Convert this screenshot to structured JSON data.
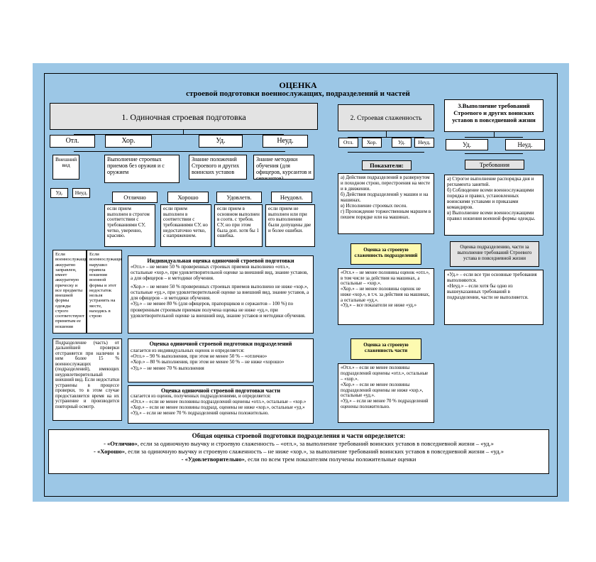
{
  "title": {
    "main": "ОЦЕНКА",
    "sub": "строевой подготовки военнослужащих, подразделений и частей"
  },
  "section1": {
    "header": "1. Одиночная строевая подготовка",
    "grades": [
      "Отл.",
      "Хор.",
      "Уд.",
      "Неуд."
    ],
    "criteria": [
      "Внешний вид",
      "Выполнение строевых приемов без оружия и с оружием",
      "Знание положений Строевого и других воинских уставов",
      "Знание методики обучения (для офицеров, курсантов и сержантов)"
    ],
    "appearance_grades": [
      "Уд.",
      "Неуд."
    ],
    "levels": [
      "Отлично",
      "Хорошо",
      "Удовлетв.",
      "Неудовл."
    ],
    "level_texts": [
      "если прием выполнен в строгом соответствии с требованиями СУ, четко, уверенно, красиво.",
      "если прием выполнен в соответствии с требованиями СУ, но недостаточно четко, с напряжением.",
      "если прием в основном выполнен в соотв. с требов. СУ, но при этом была доп. хотя бы 1 ошибка.",
      "если прием не выполнен или при его выполнении были допущены две и более ошибки."
    ],
    "appearance_sat": "Если военнослужащий аккуратно заправлен, имеет аккуратную прическу и все предметы внешней формы одежды строго соответствуют принятым ее ношения",
    "appearance_unsat": "Если военнослужащий нарушил правила ношения военной формы и этот недостаток нельзя устранить на месте, находясь в строю",
    "inspection_note": "Подразделение (часть) от дальнейшей проверки отстраняется при наличии в нем более 15 % военнослужащих (подразделений), имеющих неудовлетворительный внешний вид. Если недостатки устранены в процессе проверки, то в этом случае предоставляется время на их устранение и производится повторный осмотр.",
    "individual_title": "Индивидуальная оценка одиночной строевой подготовки",
    "individual_text": [
      "«Отл.» – не менее 50 % проверенных строевых приемов выполнено «отл.», остальные «хор.», при удовлетворительной оценке за внешний вид, знание уставов, а для офицеров – и методики обучения.",
      "«Хор.» – не менее 50 % проверенных строевых приемов выполнено не ниже «хор.», остальные «уд.», при удовлетворительной оценке за внешний вид, знание уставов, а для офицеров – и методики обучения.",
      "«Уд.» – не менее 80 % (для офицеров, прапорщиков и сержантов – 100 %) по проверенным строевым приемам получена оценка не ниже «уд.», при удовлетворительной оценке за внешний вид, знание уставов и методики обучения."
    ],
    "unit_title": "Оценка одиночной строевой подготовки подразделений",
    "unit_text": [
      "слагается из индивидуальных оценок и определяется:",
      "«Отл.» – 90 % выполнения, при этом не менее 50 % – «отлично»",
      "«Хор.» – 80 % выполнения, при этом не менее 50 % – не ниже «хорошо»",
      "«Уд.» – не менее 70 % выполнения"
    ],
    "part_title": "Оценка одиночной строевой подготовки части",
    "part_text": [
      "слагается из оценок, полученных подразделениями, и определяется:",
      "«Отл.» – если не менее половины подразделений оценены «отл.», остальные – «хор.»",
      "«Хор.» – если не менее половины подразд. оценены не ниже «хор.», остальные «уд.»",
      "«Уд.» – если не менее 70 % подразделений оценены положительно."
    ]
  },
  "section2": {
    "header": "2. Строевая слаженность",
    "grades": [
      "Отл.",
      "Хор.",
      "Уд.",
      "Неуд."
    ],
    "indicators_title": "Показатели:",
    "indicators": [
      "а) Действия подразделений в развернутом и походном строю, перестроения на месте и в движении.",
      "б) Действия подразделений у машин и на машинах.",
      "в) Исполнение строевых песен.",
      "г) Прохождение торжественным маршем в пешем порядке или на машинах."
    ],
    "unit_title": "Оценка за строевую слаженность подразделений",
    "unit_text": [
      "«Отл.» – не менее половины оценок «отл.», в том числе за действия на машинах, а остальные – «хор.».",
      "«Хор.» – не менее половины оценок не ниже «хор.», в т.ч. за действия на машинах, а остальные «уд.».",
      "«Уд.» – все показатели не ниже «уд.»"
    ],
    "part_title": "Оценка за строевую слаженность части",
    "part_text": [
      "«Отл.» – если не менее половины подразделений оценены «отл.», остальные – «хор.».",
      "«Хор.» – если не менее половины подразделений оценены не ниже «хор.», остальные «уд.».",
      "«Уд.» – если не менее 70 % подразделений оценены положительно."
    ]
  },
  "section3": {
    "header": "3.Выполнение требований Строевого и других воинских уставов в повседневной жизни",
    "grades": [
      "Уд.",
      "Неуд."
    ],
    "requirements_title": "Требования",
    "requirements": [
      "а) Строгое выполнение распорядка дня и регламента занятий.",
      "б) Соблюдение всеми военнослужащими порядка и правил, установленных воинскими уставами и приказами командиров.",
      "в) Выполнение всеми военнослужащими правил ношения военной формы одежды."
    ],
    "eval_title": "Оценка подразделению, части за выполнение требований Строевого устава в повседневной жизни",
    "eval_text": [
      "«Уд.» – если все три основные требования выполняются.",
      "«Неуд.» – если хотя бы одно из вышеуказанных требований в подразделении, части не выполняется."
    ]
  },
  "overall": {
    "title": "Общая оценка строевой подготовки подразделения и части определяется:",
    "lines": [
      {
        "grade": "- «Отлично»",
        "text": ", если за одиночную выучку и строевую слаженность – «отл.», за выполнение требований воинских уставов в повседневной жизни – «уд.»"
      },
      {
        "grade": "- «Хорошо»",
        "text": ", если за одиночную выучку и строевую слаженность – не ниже «хор.», за выполнение требований воинских уставов в повседневной жизни – «уд.»"
      },
      {
        "grade": "- «Удовлетворительно»",
        "text": ", если по всем трем показателям получены положительные оценки"
      }
    ]
  },
  "colors": {
    "background": "#9cc7e6",
    "header": "#e3e3e3",
    "green": "#c8f0c8",
    "yellow": "#fdfab0"
  }
}
